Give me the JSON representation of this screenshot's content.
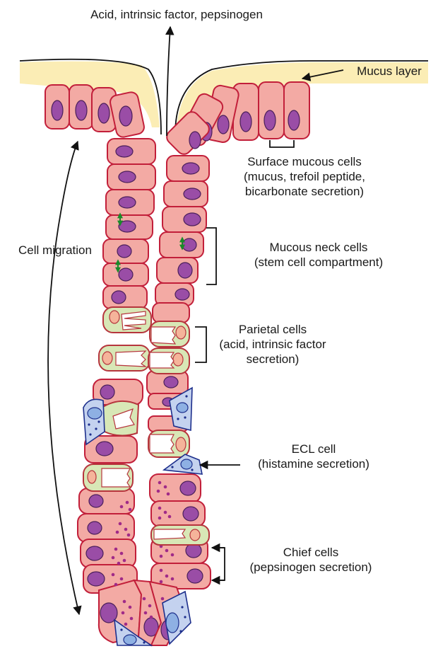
{
  "labels": {
    "top": "Acid, intrinsic factor, pepsinogen",
    "mucus_layer": "Mucus layer",
    "surface_mucous": [
      "Surface mucous cells",
      "(mucus, trefoil peptide,",
      "bicarbonate secretion)"
    ],
    "cell_migration": "Cell migration",
    "mucous_neck": [
      "Mucous neck cells",
      "(stem cell compartment)"
    ],
    "parietal": [
      "Parietal cells",
      "(acid, intrinsic factor",
      "secretion)"
    ],
    "ecl": [
      "ECL cell",
      "(histamine secretion)"
    ],
    "chief": [
      "Chief cells",
      "(pepsinogen secretion)"
    ]
  },
  "colors": {
    "mucus": "#fbedb5",
    "epithelial_cell": "#f3aaa4",
    "cell_outline": "#c21f3a",
    "nucleus": "#9a4da6",
    "parietal_cell": "#d8e7b6",
    "ecl_cell": "#c4d2ef",
    "ecl_dots": "#1d2f8c",
    "mitosis_arrows": "#1a8a2a"
  }
}
